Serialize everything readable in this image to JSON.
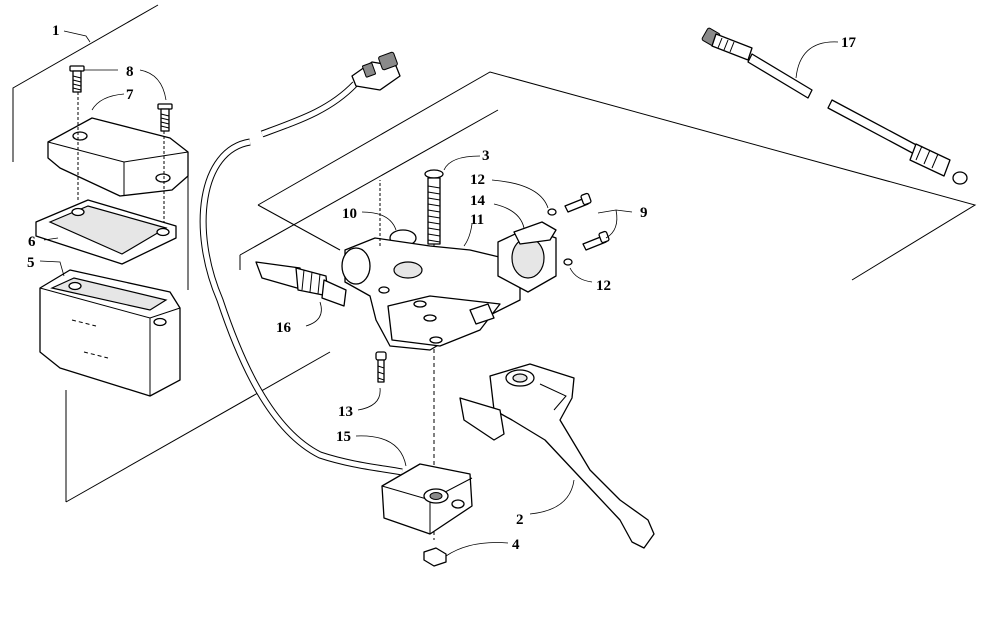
{
  "diagram": {
    "callouts": [
      {
        "id": "c1",
        "label": "1"
      },
      {
        "id": "c2",
        "label": "2"
      },
      {
        "id": "c3",
        "label": "3"
      },
      {
        "id": "c4",
        "label": "4"
      },
      {
        "id": "c5",
        "label": "5"
      },
      {
        "id": "c6",
        "label": "6"
      },
      {
        "id": "c7",
        "label": "7"
      },
      {
        "id": "c8",
        "label": "8"
      },
      {
        "id": "c9",
        "label": "9"
      },
      {
        "id": "c10",
        "label": "10"
      },
      {
        "id": "c11",
        "label": "11"
      },
      {
        "id": "c12a",
        "label": "12"
      },
      {
        "id": "c12b",
        "label": "12"
      },
      {
        "id": "c13",
        "label": "13"
      },
      {
        "id": "c14",
        "label": "14"
      },
      {
        "id": "c15",
        "label": "15"
      },
      {
        "id": "c16",
        "label": "16"
      },
      {
        "id": "c17",
        "label": "17"
      }
    ]
  }
}
